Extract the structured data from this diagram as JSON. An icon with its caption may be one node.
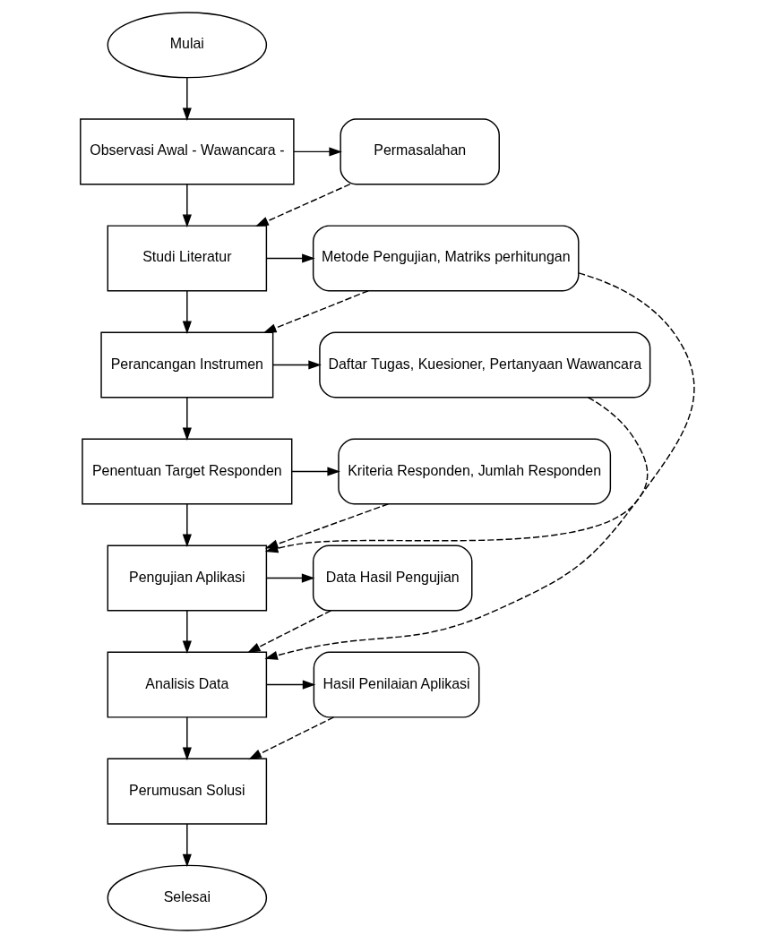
{
  "diagram": {
    "nodes": [
      {
        "text": [
          "Mulai"
        ]
      },
      {
        "text": [
          "Observasi Awal - Wawancara -"
        ]
      },
      {
        "text": [
          "Permasalahan"
        ]
      },
      {
        "text": [
          "Metode Pengujian, Matriks perhitungan"
        ]
      },
      {
        "text": [
          "Studi Literatur"
        ]
      },
      {
        "text": [
          "Perancangan Instrumen"
        ]
      },
      {
        "text": [
          "Daftar Tugas, Kuesioner, Pertanyaan Wawancara"
        ]
      },
      {
        "text": [
          "Kriteria Responden, Jumlah Responden"
        ]
      },
      {
        "text": [
          "Penentuan Target Responden"
        ]
      },
      {
        "text": [
          "Pengujian Aplikasi"
        ]
      },
      {
        "text": [
          "Data Hasil Pengujian"
        ]
      },
      {
        "text": [
          "Analisis Data"
        ]
      },
      {
        "text": [
          "Hasil Penilaian Aplikasi"
        ]
      },
      {
        "text": [
          "Perumusan Solusi"
        ]
      },
      {
        "text": [
          "Selesai"
        ]
      }
    ],
    "edges": [
      {
        "from": 0,
        "to": 1,
        "arrow": "to"
      },
      {
        "from": 1,
        "to": 2,
        "arrow": "to"
      },
      {
        "from": 2,
        "to": 4,
        "arrow": "to",
        "style": "dashed"
      },
      {
        "from": 1,
        "to": 4,
        "arrow": "to"
      },
      {
        "from": 4,
        "to": 3,
        "arrow": "to"
      },
      {
        "from": 3,
        "to": 5,
        "arrow": "to",
        "style": "dashed"
      },
      {
        "from": 4,
        "to": 5,
        "arrow": "to"
      },
      {
        "from": 5,
        "to": 6,
        "arrow": "to"
      },
      {
        "from": 5,
        "to": 8,
        "arrow": "to"
      },
      {
        "from": 8,
        "to": 7,
        "arrow": "to"
      },
      {
        "from": 6,
        "to": 9,
        "arrow": "to",
        "style": "dashed"
      },
      {
        "from": 7,
        "to": 9,
        "arrow": "to",
        "style": "dashed"
      },
      {
        "from": 8,
        "to": 9,
        "arrow": "to"
      },
      {
        "from": 9,
        "to": 10,
        "arrow": "to"
      },
      {
        "from": 10,
        "to": 11,
        "arrow": "to",
        "style": "dashed"
      },
      {
        "from": 9,
        "to": 11,
        "arrow": "to"
      },
      {
        "from": 3,
        "to": 11,
        "arrow": "to",
        "style": "dashed"
      },
      {
        "from": 11,
        "to": 12,
        "arrow": "to"
      },
      {
        "from": 12,
        "to": 13,
        "arrow": "to",
        "style": "dashed"
      },
      {
        "from": 11,
        "to": 13,
        "arrow": "to"
      },
      {
        "from": 13,
        "to": 14,
        "arrow": "to"
      }
    ]
  }
}
